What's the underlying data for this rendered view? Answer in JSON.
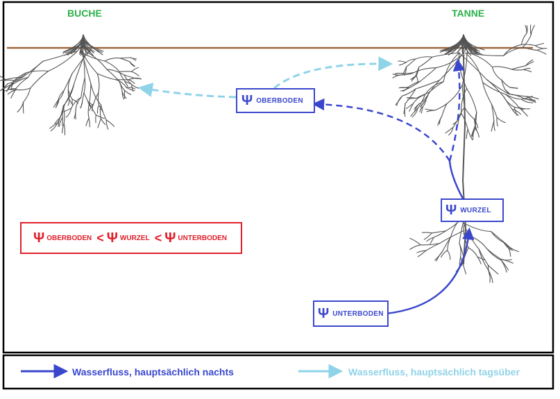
{
  "labels": {
    "left_tree": "BUCHE",
    "right_tree": "TANNE"
  },
  "boxes": {
    "oberboden": {
      "psi": "Ψ",
      "sub": "OBERBODEN"
    },
    "wurzel": {
      "psi": "Ψ",
      "sub": "WURZEL"
    },
    "unterboden": {
      "psi": "Ψ",
      "sub": "UNTERBODEN"
    }
  },
  "inequality": {
    "psi": "Ψ",
    "term1": "OBERBODEN",
    "op1": "<",
    "term2": "WURZEL",
    "op2": "<",
    "term3": "UNTERBODEN"
  },
  "legend": {
    "night": "Wasserfluss, hauptsächlich nachts",
    "day": "Wasserfluss, hauptsächlich tagsüber"
  },
  "colors": {
    "night_flow": "#3a47cc",
    "day_flow": "#8fd3e8",
    "tree_label": "#2bb04a",
    "inequality": "#e0202a",
    "ground": "#a0673a",
    "roots": "#555555"
  }
}
